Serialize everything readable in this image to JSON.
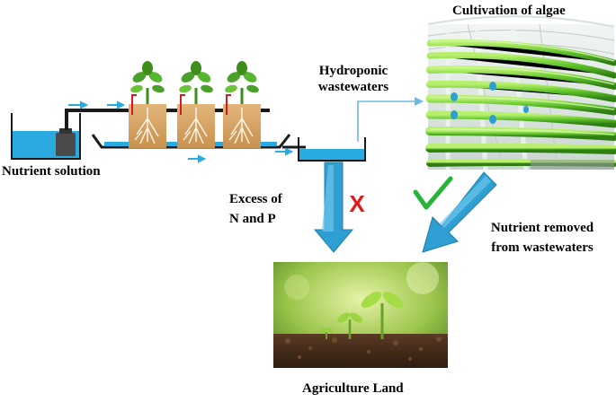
{
  "labels": {
    "nutrient_solution": "Nutrient solution",
    "hydroponic_line1": "Hydroponic",
    "hydroponic_line2": "wastewaters",
    "cultivation": "Cultivation of algae",
    "excess_line1": "Excess of",
    "excess_line2": "N and P",
    "removed_line1": "Nutrient removed",
    "removed_line2": "from wastewaters",
    "agriculture": "Agriculture Land"
  },
  "marks": {
    "cross": "X",
    "check": "✓"
  },
  "colors": {
    "water": "#29abe2",
    "arrow_blue": "#2e9fd0",
    "pipe": "#1a1a1a",
    "cross_red": "#e0191c",
    "check_green": "#27b33a",
    "algae_green": "#5fc42a",
    "pot_brown": "#d9a86a"
  }
}
